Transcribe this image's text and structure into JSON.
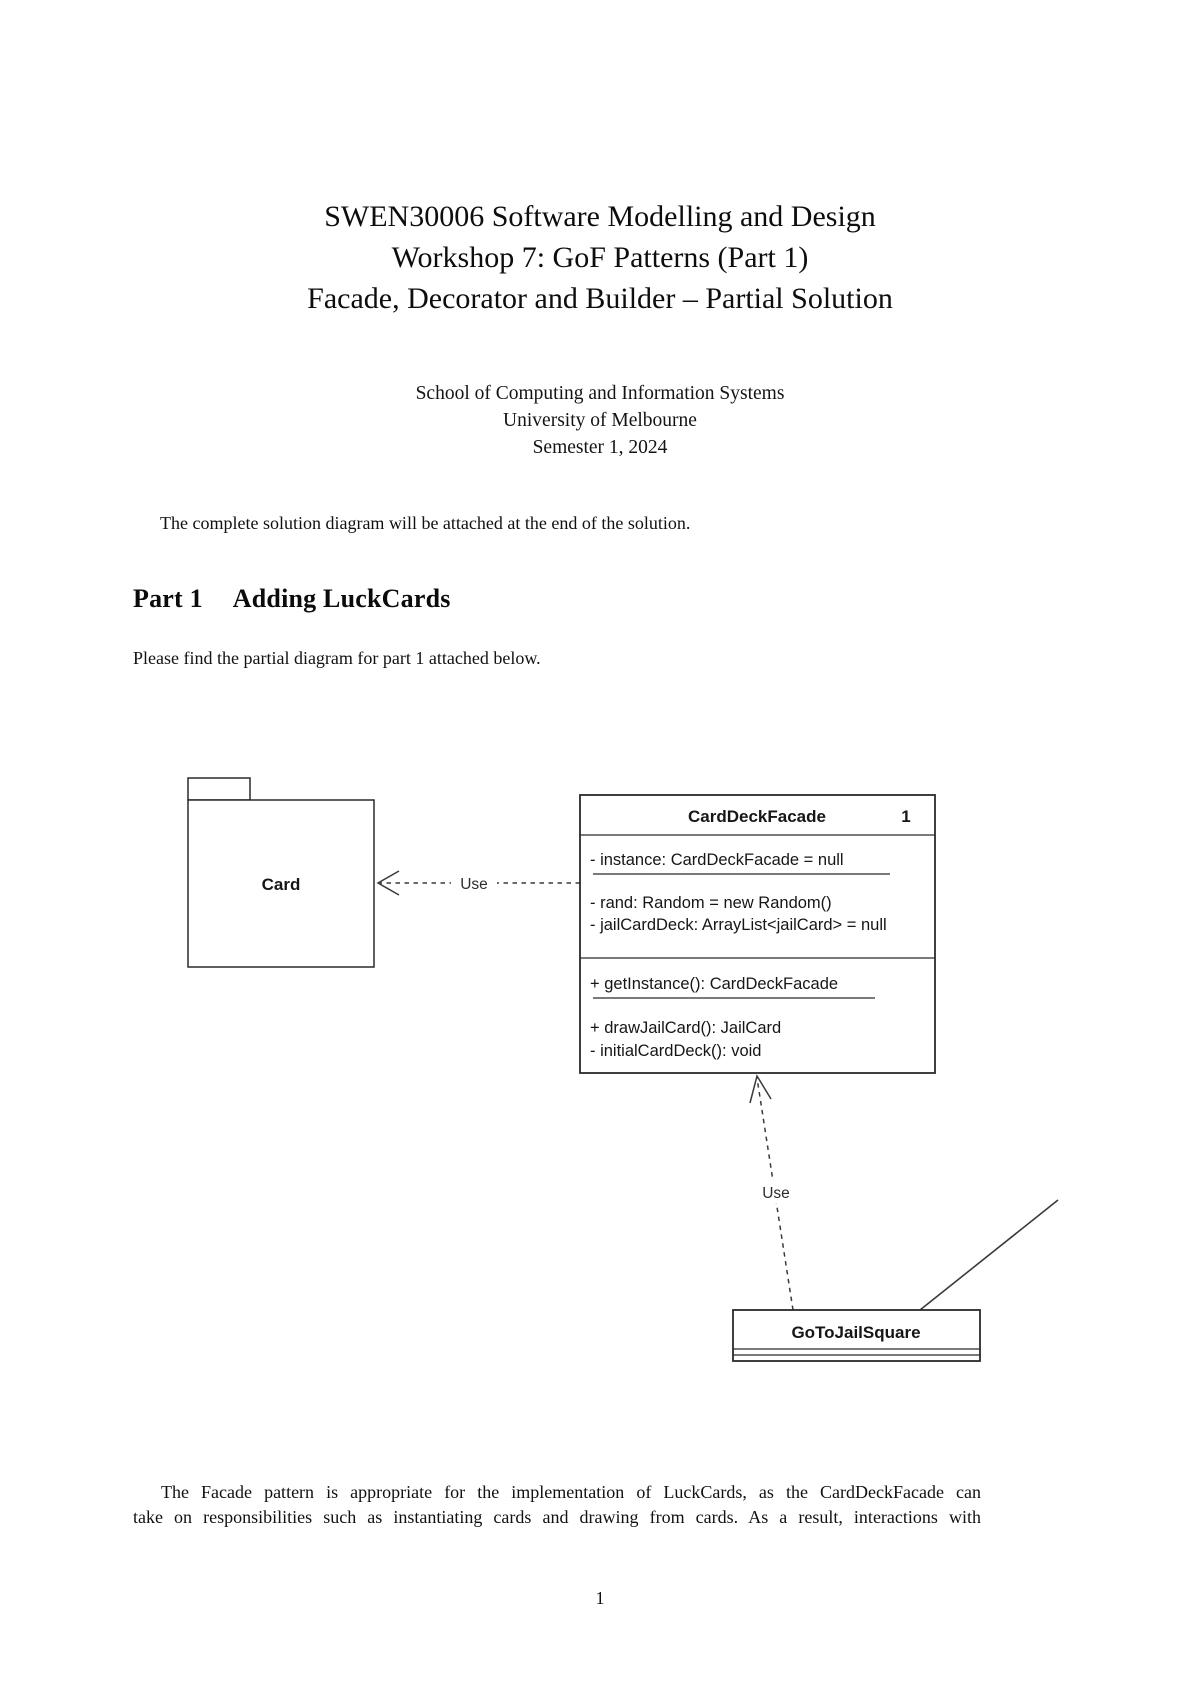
{
  "doc": {
    "title_lines": [
      "SWEN30006 Software Modelling and Design",
      "Workshop 7: GoF Patterns (Part 1)",
      "Facade, Decorator and Builder – Partial Solution"
    ],
    "affiliation_lines": [
      "School of Computing and Information Systems",
      "University of Melbourne",
      "Semester 1, 2024"
    ],
    "intro_text": "The complete solution diagram will be attached at the end of the solution.",
    "section": {
      "number": "Part 1",
      "title": "Adding LuckCards"
    },
    "part1_text": "Please find the partial diagram for part 1 attached below.",
    "closing_lines": [
      "The Facade pattern is appropriate for the implementation of LuckCards, as the CardDeckFacade can",
      "take on responsibilities such as instantiating cards and drawing from cards. As a result, interactions with"
    ],
    "page_number": "1"
  },
  "diagram": {
    "card_package": {
      "label": "Card"
    },
    "facade": {
      "name": "CardDeckFacade",
      "multiplicity": "1",
      "attributes": [
        "- instance: CardDeckFacade = null",
        "- rand: Random = new Random()",
        "- jailCardDeck: ArrayList<jailCard> = null"
      ],
      "methods": [
        "+ getInstance(): CardDeckFacade",
        "+ drawJailCard(): JailCard",
        "- initialCardDeck(): void"
      ]
    },
    "gotojail": {
      "name": "GoToJailSquare"
    },
    "use_left": "Use",
    "use_bottom": "Use"
  }
}
